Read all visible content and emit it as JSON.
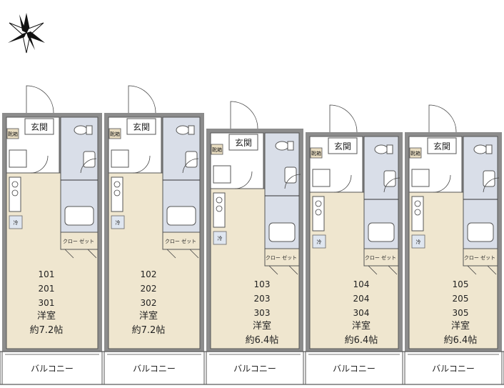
{
  "labels": {
    "entrance": "玄関",
    "shoe_box": "靴箱",
    "closet": "クロー ゼット",
    "balcony": "バルコニー",
    "room_type": "洋室",
    "fridge": "冷"
  },
  "units": [
    {
      "numbers": [
        "101",
        "201",
        "301"
      ],
      "area": "約7.2帖"
    },
    {
      "numbers": [
        "102",
        "202",
        "302"
      ],
      "area": "約7.2帖"
    },
    {
      "numbers": [
        "103",
        "203",
        "303"
      ],
      "area": "約6.4帖"
    },
    {
      "numbers": [
        "104",
        "204",
        "304"
      ],
      "area": "約6.4帖"
    },
    {
      "numbers": [
        "105",
        "205",
        "305"
      ],
      "area": "約6.4帖"
    }
  ],
  "colors": {
    "wall": "#8c8c8c",
    "room": "#efe6cf",
    "wet": "#d9dee8"
  },
  "icons": {
    "compass": "north-arrow-icon"
  }
}
